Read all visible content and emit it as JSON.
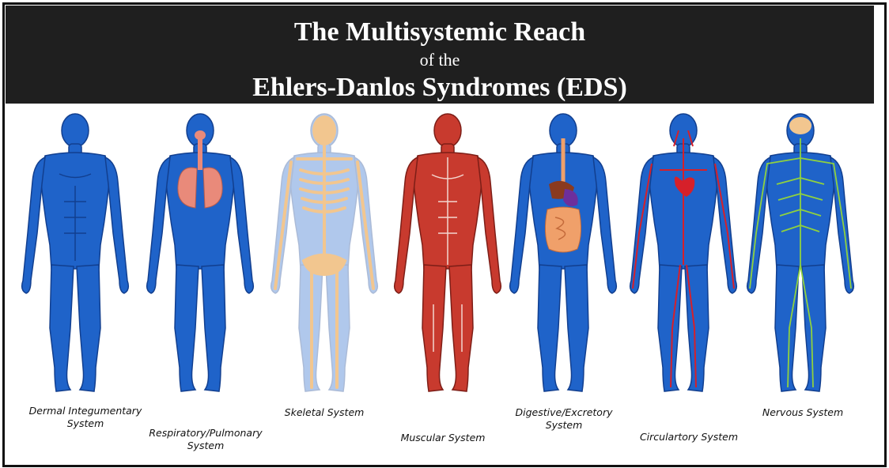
{
  "header": {
    "line1": "The Multisystemic Reach",
    "line2": "of the",
    "line3": "Ehlers-Danlos Syndromes (EDS)"
  },
  "figures": [
    {
      "label": "Dermal Integumentary\nSystem",
      "overlay": "none"
    },
    {
      "label": "Respiratory/Pulmonary\nSystem",
      "overlay": "lungs"
    },
    {
      "label": "Skeletal System",
      "overlay": "skeleton"
    },
    {
      "label": "Muscular System",
      "overlay": "muscles"
    },
    {
      "label": "Digestive/Excretory\nSystem",
      "overlay": "digestive"
    },
    {
      "label": "Circulartory System",
      "overlay": "vessels"
    },
    {
      "label": "Nervous System",
      "overlay": "nerves"
    }
  ],
  "colors": {
    "body": "#1f63c9",
    "body_dark": "#123f8f",
    "header_bg": "#1f1f1f",
    "bone": "#f2c68f",
    "muscle": "#c83a2e",
    "lung": "#e98a7a",
    "vessel": "#d6202a",
    "nerve": "#8fd13f",
    "gut": "#f0a06a"
  }
}
